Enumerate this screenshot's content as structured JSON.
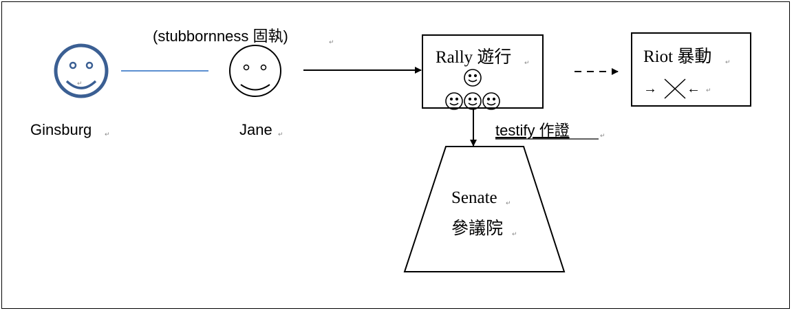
{
  "people": {
    "ginsburg": {
      "label": "Ginsburg",
      "icon": "smiley-face-icon",
      "color": "#3b5f93"
    },
    "jane": {
      "label": "Jane",
      "icon": "smiley-face-icon",
      "color": "#000000"
    }
  },
  "relation": {
    "label": "(stubbornness  固執)",
    "color": "#5b8fd0"
  },
  "rally": {
    "label": "Rally 遊行"
  },
  "riot": {
    "label": "Riot 暴動",
    "arrows_left": "→",
    "arrows_right": "←"
  },
  "testify": {
    "label": "testify  作證"
  },
  "senate": {
    "label_en": "Senate",
    "label_zh": "參議院"
  },
  "paragraph_mark": "↵"
}
